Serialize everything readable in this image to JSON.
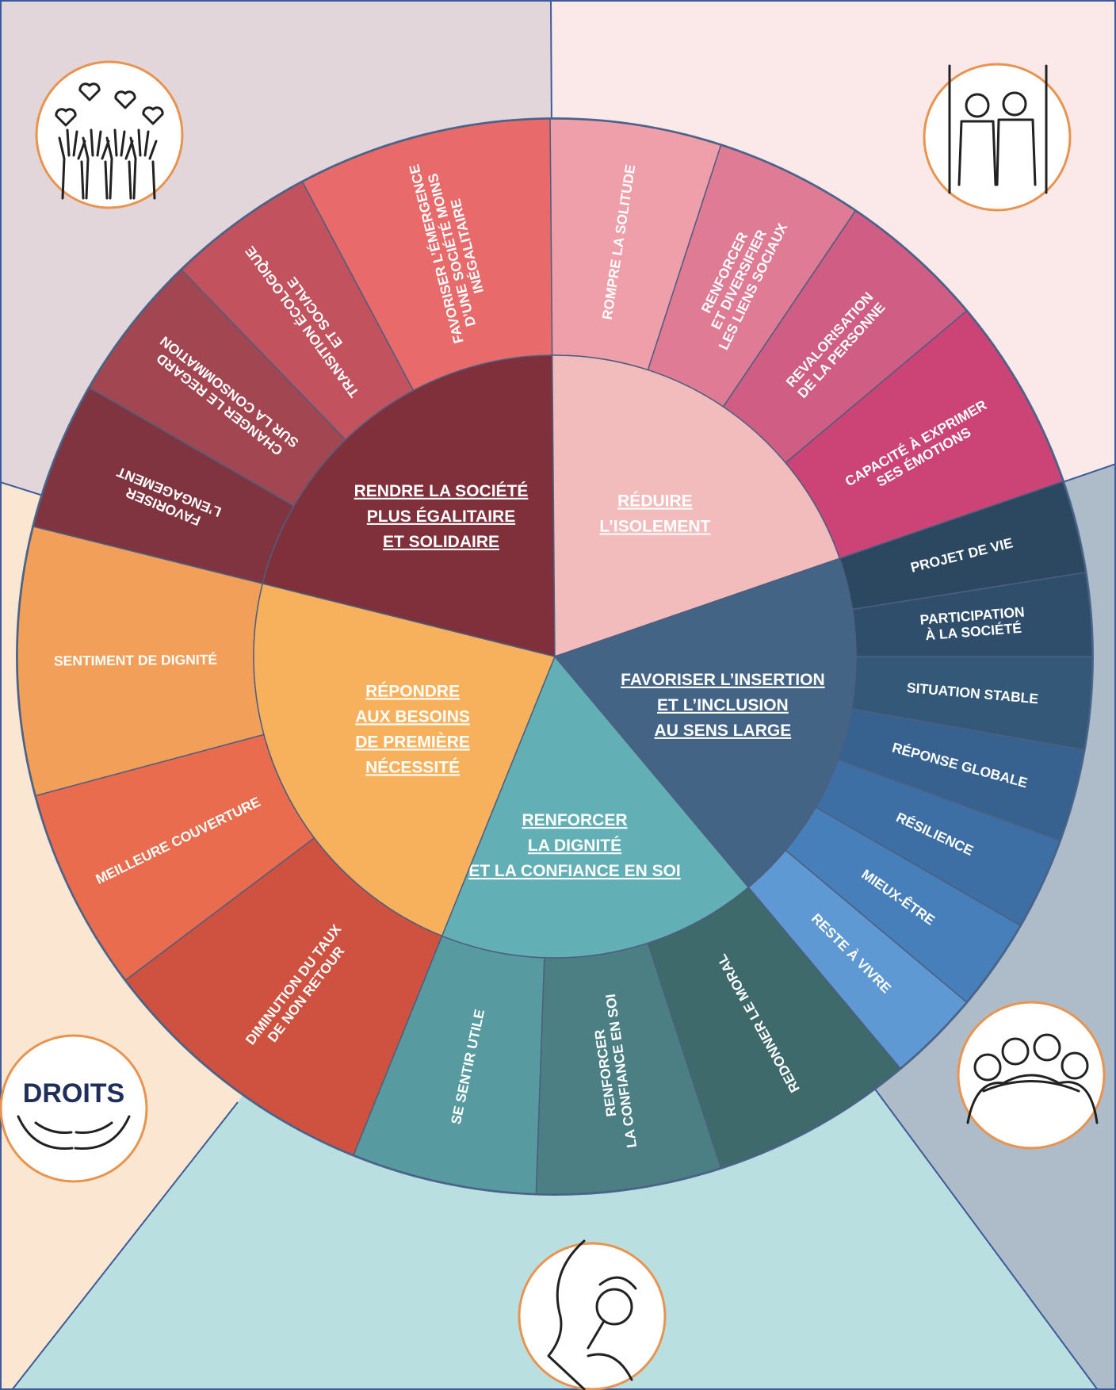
{
  "colors": {
    "bg_top_left": "#e3d6da",
    "bg_top_right": "#fbe9ea",
    "bg_left": "#fbe6d1",
    "bg_right": "#aebcca",
    "bg_bottom": "#badfe0",
    "divider_line": "#3d5a9a",
    "medallion_border": "#e8944f"
  },
  "center_sectors": [
    {
      "id": "societe",
      "lines": [
        "RENDRE LA SOCIÉTÉ",
        "PLUS ÉGALITAIRE",
        "ET SOLIDAIRE"
      ],
      "color": "#80303b"
    },
    {
      "id": "isolement",
      "lines": [
        "RÉDUIRE",
        "L’ISOLEMENT"
      ],
      "color": "#f2bcbd"
    },
    {
      "id": "insertion",
      "lines": [
        "FAVORISER L’INSERTION",
        "ET L’INCLUSION",
        "AU SENS LARGE"
      ],
      "color": "#446485"
    },
    {
      "id": "dignite",
      "lines": [
        "RENFORCER",
        "LA DIGNITÉ",
        "ET LA CONFIANCE EN SOI"
      ],
      "color": "#62b0b5"
    },
    {
      "id": "besoins",
      "lines": [
        "RÉPONDRE",
        "AUX BESOINS",
        "DE PREMIÈRE",
        "NÉCESSITÉ"
      ],
      "color": "#f7b15d"
    }
  ],
  "outer_segments": [
    {
      "lines": [
        "FAVORISER",
        "L’ENGAGEMENT"
      ],
      "color": "#7f3440"
    },
    {
      "lines": [
        "CHANGER LE REGARD",
        "SUR LA CONSOMMATION"
      ],
      "color": "#a24651"
    },
    {
      "lines": [
        "TRANSITION ÉCOLOGIQUE",
        "ET SOCIALE"
      ],
      "color": "#c2525d"
    },
    {
      "lines": [
        "FAVORISER L’ÉMERGENCE",
        "D’UNE SOCIÉTÉ MOINS",
        "INÉGALITAIRE"
      ],
      "color": "#e96a6b"
    },
    {
      "lines": [
        "ROMPRE LA SOLITUDE"
      ],
      "color": "#ef9fa9"
    },
    {
      "lines": [
        "RENFORCER",
        "ET DIVERSIFIER",
        "LES LIENS SOCIAUX"
      ],
      "color": "#e07b95"
    },
    {
      "lines": [
        "REVALORISATION",
        "DE LA PERSONNE"
      ],
      "color": "#d05d84"
    },
    {
      "lines": [
        "CAPACITÉ À EXPRIMER",
        "SES ÉMOTIONS"
      ],
      "color": "#cc4475"
    },
    {
      "lines": [
        "PROJET DE VIE"
      ],
      "color": "#2c4760"
    },
    {
      "lines": [
        "PARTICIPATION",
        "À LA SOCIÉTÉ"
      ],
      "color": "#2f4e6c"
    },
    {
      "lines": [
        "SITUATION STABLE"
      ],
      "color": "#335878"
    },
    {
      "lines": [
        "RÉPONSE GLOBALE"
      ],
      "color": "#376290"
    },
    {
      "lines": [
        "RÉSILIENCE"
      ],
      "color": "#3d6fa4"
    },
    {
      "lines": [
        "MIEUX-ÊTRE"
      ],
      "color": "#467fba"
    },
    {
      "lines": [
        "RESTE À VIVRE"
      ],
      "color": "#5f99d4"
    },
    {
      "lines": [
        "REDONNER LE MORAL"
      ],
      "color": "#3e6a6b"
    },
    {
      "lines": [
        "RENFORCER",
        "LA CONFIANCE EN SOI"
      ],
      "color": "#4b7f84"
    },
    {
      "lines": [
        "SE SENTIR UTILE"
      ],
      "color": "#579a9f"
    },
    {
      "lines": [
        "DIMINUTION DU TAUX",
        "DE NON RETOUR"
      ],
      "color": "#cf5140"
    },
    {
      "lines": [
        "MEILLEURE COUVERTURE"
      ],
      "color": "#e96c4e"
    },
    {
      "lines": [
        "SENTIMENT DE DIGNITÉ"
      ],
      "color": "#f29f59"
    }
  ],
  "medallions": [
    {
      "name": "hands-hearts-icon",
      "label": ""
    },
    {
      "name": "people-helping-icon",
      "label": ""
    },
    {
      "name": "rights-hands-icon",
      "label": "DROITS"
    },
    {
      "name": "group-hug-icon",
      "label": ""
    },
    {
      "name": "self-reflection-icon",
      "label": ""
    }
  ]
}
